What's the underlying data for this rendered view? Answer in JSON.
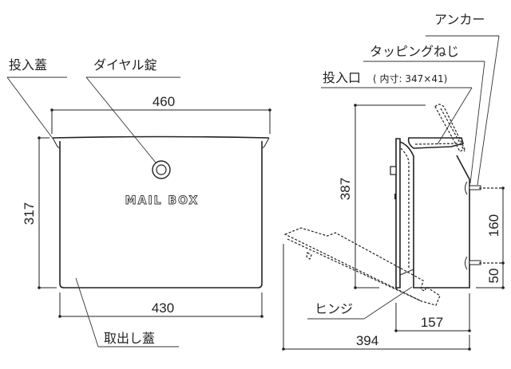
{
  "front_view": {
    "labels": {
      "slot_lid": "投入蓋",
      "dial_lock": "ダイヤル錠",
      "takeout_lid": "取出し蓋",
      "emblem": "MAIL BOX"
    },
    "dimensions": {
      "overall_width": "460",
      "body_width": "430",
      "height": "317"
    }
  },
  "side_view": {
    "labels": {
      "anchor": "アンカー",
      "tapping_screw": "タッピングねじ",
      "slot_opening": "投入口",
      "slot_inner_size": "( 内寸: 347×41)",
      "hinge": "ヒンジ"
    },
    "dimensions": {
      "height": "387",
      "screw_spacing": "160",
      "bottom_offset": "50",
      "depth": "157",
      "open_depth": "394"
    }
  },
  "colors": {
    "line": "#222222",
    "background": "#ffffff"
  }
}
